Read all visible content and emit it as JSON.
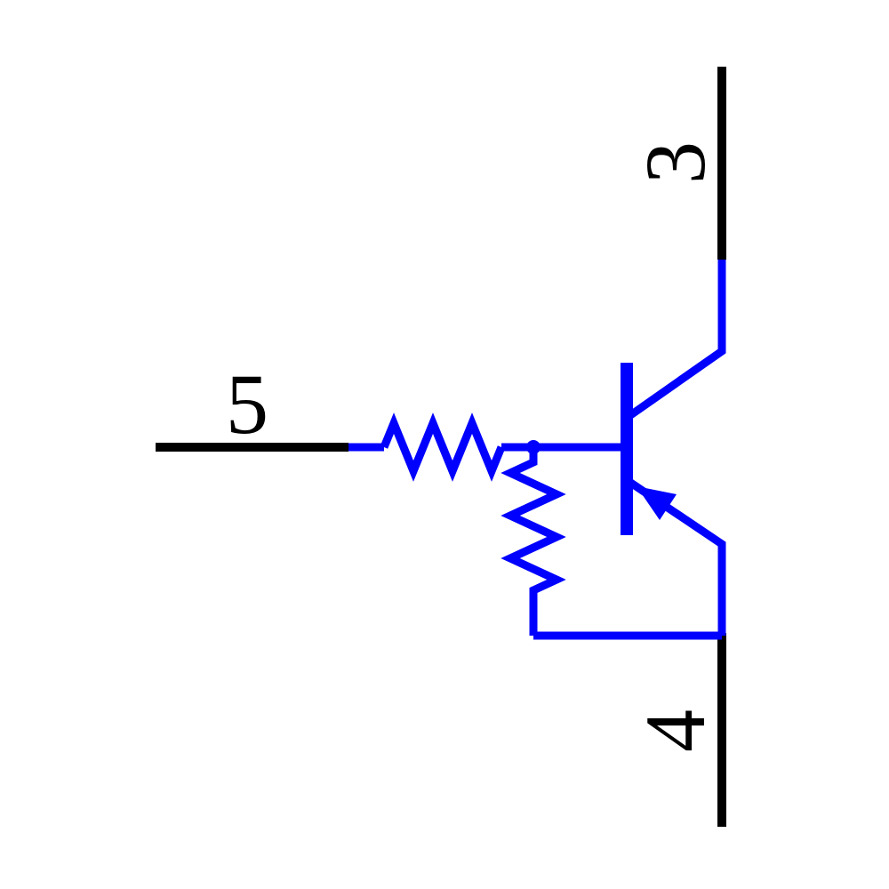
{
  "schematic": {
    "background": "#ffffff",
    "wire_color": "#0000ff",
    "pin_color": "#000000",
    "label_color": "#000000",
    "pins": [
      {
        "label": "3"
      },
      {
        "label": "4"
      },
      {
        "label": "5"
      }
    ],
    "components": {
      "transistor": "pnp-transistor",
      "resistor_series": "base-series-resistor",
      "resistor_shunt": "base-emitter-resistor"
    }
  }
}
